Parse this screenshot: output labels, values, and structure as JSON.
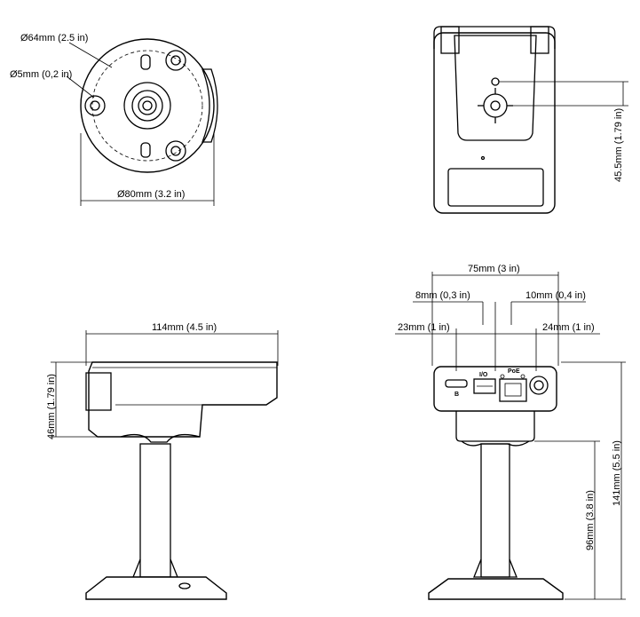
{
  "dimensions": {
    "front_outer_diameter": "Ø64mm (2.5 in)",
    "front_hole_diameter": "Ø5mm (0,2 in)",
    "front_base_diameter": "Ø80mm (3.2 in)",
    "back_height": "45.5mm (1.79 in)",
    "side_length": "114mm (4.5 in)",
    "side_height": "46mm (1.79 in)",
    "rear_width": "75mm (3 in)",
    "rear_left_gap": "8mm (0,3 in)",
    "rear_right_gap": "10mm (0,4 in)",
    "rear_left_offset": "23mm (1 in)",
    "rear_right_offset": "24mm (1 in)",
    "rear_total_height": "141mm (5.5 in)",
    "rear_stand_height": "96mm (3.8 in)"
  },
  "ports": {
    "io_label": "I/O",
    "poe_label": "PoE"
  }
}
